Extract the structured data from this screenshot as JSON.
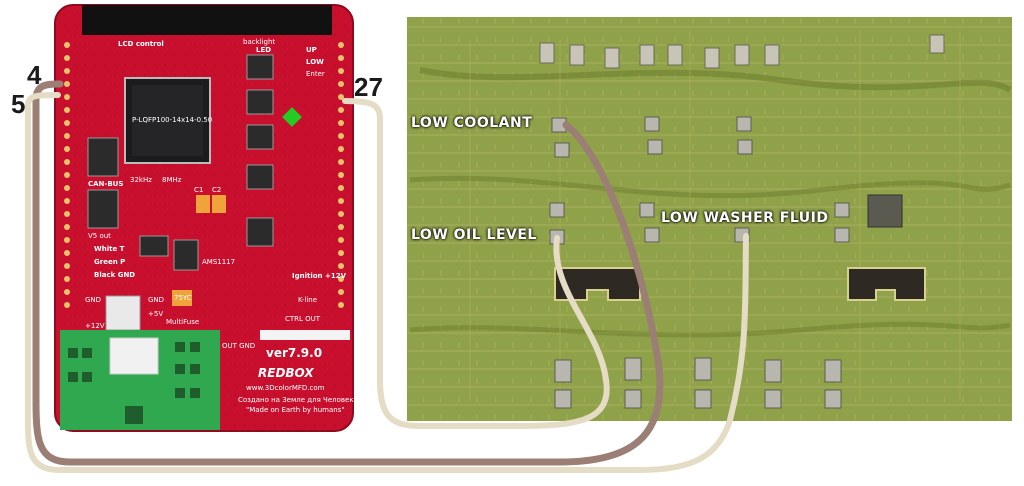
{
  "pin_labels": {
    "pin4": "4",
    "pin5": "5",
    "pin27": "27"
  },
  "pcb_labels": {
    "low_coolant": "LOW COOLANT",
    "low_oil_level": "LOW OIL LEVEL",
    "low_washer_fluid": "LOW WASHER FLUID"
  },
  "redbox": {
    "lcd_control": "LCD control",
    "backlight": "backlight",
    "led": "LED",
    "up": "UP",
    "low": "LOW",
    "enter": "Enter",
    "chip": "P-LQFP100-14x14-0.50",
    "clk_32": "32kHz",
    "clk_8": "8MHz",
    "can_bus": "CAN-BUS",
    "v5_out": "V5 out",
    "white": "White T",
    "green": "Green P",
    "black": "Black GND",
    "gnd1": "GND",
    "gnd2": "GND",
    "plus5v": "+5V",
    "plus12v": "+12V",
    "ams": "AMS1117",
    "ign": "Ignition +12V",
    "kline": "K-line",
    "ctrl_out": "CTRL OUT",
    "version": "ver7.9.0",
    "brand": "REDBOX",
    "url": "www.3DcolorMFD.com",
    "ru_line": "Создано на Земле для Человека",
    "made_on_earth": "\"Made on Earth by humans\"",
    "multifuse": "MultiFuse",
    "v75": "75YC",
    "c1": "C1",
    "c2": "C2",
    "out_gnd": "OUT GND"
  },
  "colors": {
    "board_red": "#c8102e",
    "pcb_green": "#8fa24a",
    "wire_brown": "#9b7e74",
    "wire_beige": "#e4dcc4",
    "label_dark": "#1a1a1a"
  }
}
